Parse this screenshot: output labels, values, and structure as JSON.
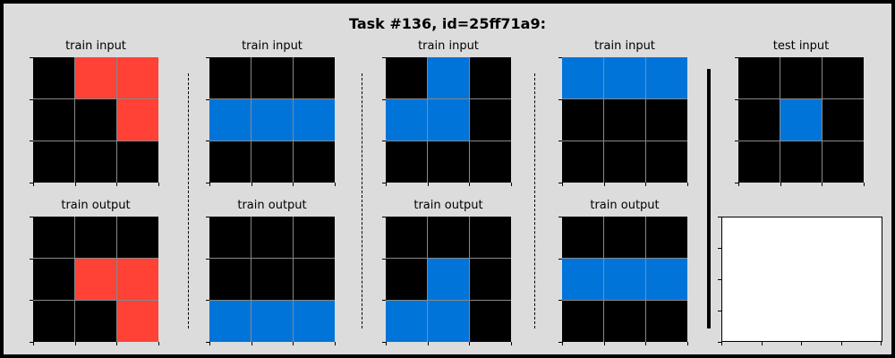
{
  "title": "Task #136, id=25ff71a9:",
  "colors": {
    "black": "#000000",
    "red": "#FF4136",
    "blue": "#0074D9",
    "grid": "#888888"
  },
  "panels": [
    {
      "label": "train input",
      "cells": [
        [
          0,
          2,
          2
        ],
        [
          0,
          0,
          2
        ],
        [
          0,
          0,
          0
        ]
      ]
    },
    {
      "label": "train output",
      "cells": [
        [
          0,
          0,
          0
        ],
        [
          0,
          2,
          2
        ],
        [
          0,
          0,
          2
        ]
      ]
    },
    {
      "label": "train input",
      "cells": [
        [
          0,
          0,
          0
        ],
        [
          1,
          1,
          1
        ],
        [
          0,
          0,
          0
        ]
      ]
    },
    {
      "label": "train output",
      "cells": [
        [
          0,
          0,
          0
        ],
        [
          0,
          0,
          0
        ],
        [
          1,
          1,
          1
        ]
      ]
    },
    {
      "label": "train input",
      "cells": [
        [
          0,
          1,
          0
        ],
        [
          1,
          1,
          0
        ],
        [
          0,
          0,
          0
        ]
      ]
    },
    {
      "label": "train output",
      "cells": [
        [
          0,
          0,
          0
        ],
        [
          0,
          1,
          0
        ],
        [
          1,
          1,
          0
        ]
      ]
    },
    {
      "label": "train input",
      "cells": [
        [
          1,
          1,
          1
        ],
        [
          0,
          0,
          0
        ],
        [
          0,
          0,
          0
        ]
      ]
    },
    {
      "label": "train output",
      "cells": [
        [
          0,
          0,
          0
        ],
        [
          1,
          1,
          1
        ],
        [
          0,
          0,
          0
        ]
      ]
    },
    {
      "label": "test input",
      "cells": [
        [
          0,
          0,
          0
        ],
        [
          0,
          1,
          0
        ],
        [
          0,
          0,
          0
        ]
      ]
    }
  ]
}
